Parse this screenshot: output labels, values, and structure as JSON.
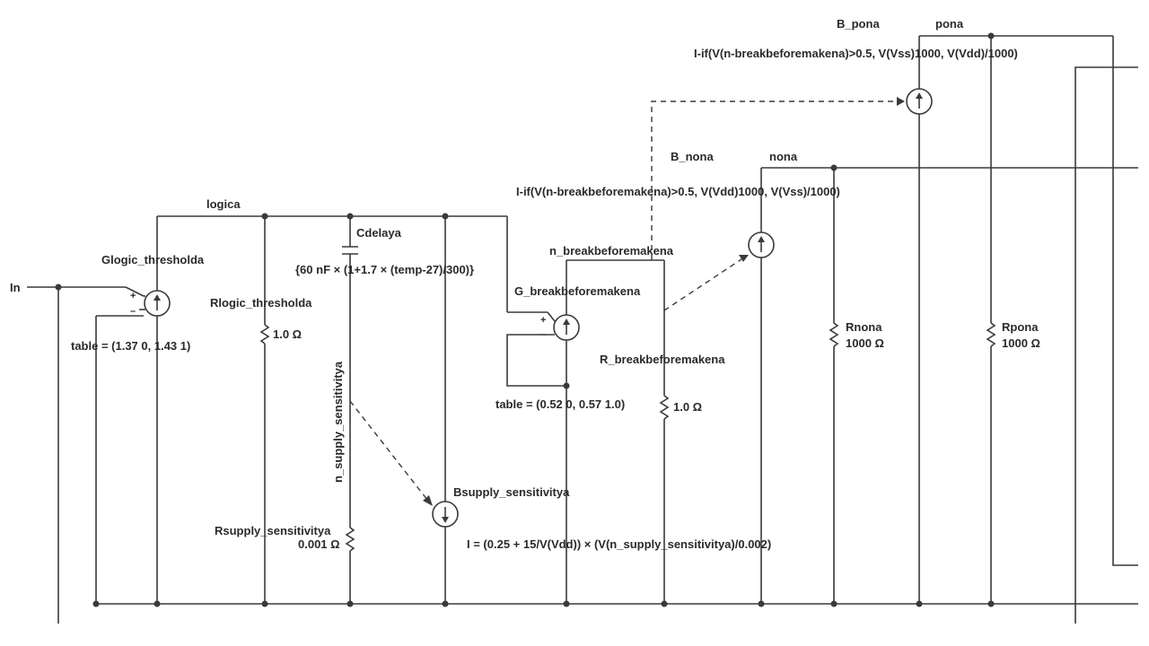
{
  "nets": {
    "in": "In",
    "logica": "logica",
    "n_breakbeforemakena": "n_breakbeforemakena",
    "nona": "nona",
    "pona": "pona",
    "n_supply_sensitivitya": "n_supply_sensitivitya"
  },
  "components": {
    "glogic": {
      "name": "Glogic_thresholda",
      "table": "table = (1.37 0, 1.43 1)",
      "plus": "+",
      "minus": "–"
    },
    "rlogic": {
      "name": "Rlogic_thresholda",
      "value": "1.0 Ω"
    },
    "cdelay": {
      "name": "Cdelaya",
      "value": "{60 nF × (1+1.7 × (temp-27)/300)}"
    },
    "rsupply": {
      "name": "Rsupply_sensitivitya",
      "value": "0.001 Ω"
    },
    "bsupply": {
      "name": "Bsupply_sensitivitya",
      "expr": "I = (0.25 + 15/V(Vdd)) × (V(n_supply_sensitivitya)/0.002)"
    },
    "gbbm": {
      "name": "G_breakbeforemakena",
      "table": "table = (0.52 0, 0.57 1.0)",
      "plus": "+",
      "minus": "–"
    },
    "rbbm": {
      "name": "R_breakbeforemakena",
      "value": "1.0 Ω"
    },
    "bnona": {
      "name": "B_nona",
      "expr": "I-if(V(n-breakbeforemakena)>0.5, V(Vdd)1000, V(Vss)/1000)"
    },
    "rnona": {
      "name": "Rnona",
      "value": "1000 Ω"
    },
    "bpona": {
      "name": "B_pona",
      "expr": "I-if(V(n-breakbeforemakena)>0.5, V(Vss)1000, V(Vdd)/1000)"
    },
    "rpona": {
      "name": "Rpona",
      "value": "1000 Ω"
    }
  }
}
